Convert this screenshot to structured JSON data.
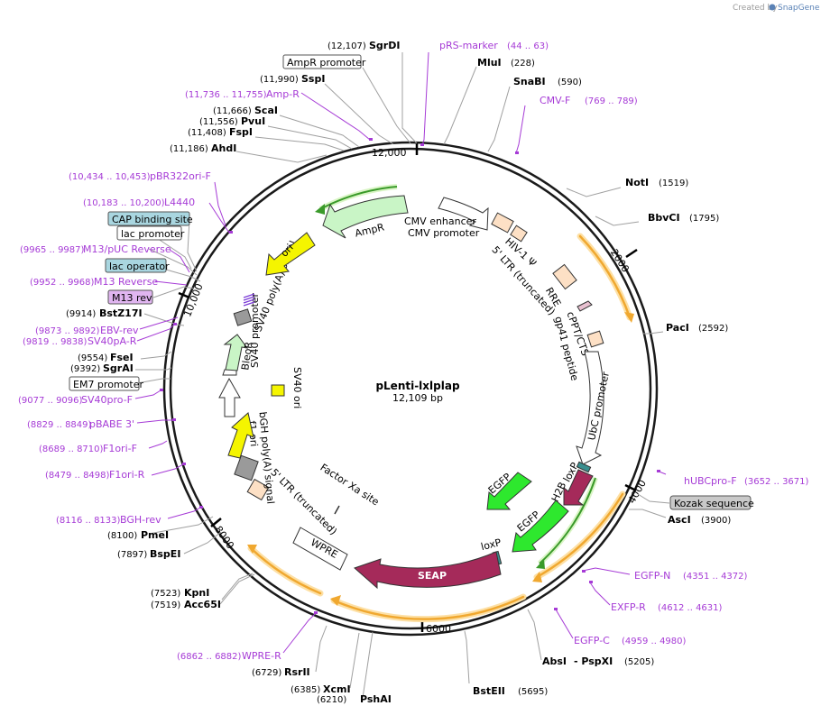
{
  "credit": {
    "prefix": "Created by",
    "brand": "SnapGene"
  },
  "plasmid": {
    "name": "pLenti-lxlplap",
    "size": "12,109 bp"
  },
  "ticks": {
    "t2000": "2000",
    "t4000": "4000",
    "t6000": "6000",
    "t8000": "8000",
    "t10000": "10,000",
    "t12000": "12,000"
  },
  "sites": {
    "sgrdi": {
      "name": "SgrDI",
      "pos": "(12,107)"
    },
    "mlui": {
      "name": "MluI",
      "pos": "(228)"
    },
    "snabi": {
      "name": "SnaBI",
      "pos": "(590)"
    },
    "noti": {
      "name": "NotI",
      "pos": "(1519)"
    },
    "bbvci": {
      "name": "BbvCI",
      "pos": "(1795)"
    },
    "paci": {
      "name": "PacI",
      "pos": "(2592)"
    },
    "asci": {
      "name": "AscI",
      "pos": "(3900)"
    },
    "absi": {
      "name": "AbsI",
      "pos": "(5205)"
    },
    "pspxi": {
      "name": "- PspXI"
    },
    "bsteii": {
      "name": "BstEII",
      "pos": "(5695)"
    },
    "pshai": {
      "name": "PshAI",
      "pos": "(6210)"
    },
    "xcmi": {
      "name": "XcmI",
      "pos": "(6385)"
    },
    "rsrii": {
      "name": "RsrII",
      "pos": "(6729)"
    },
    "acc65i": {
      "name": "Acc65I",
      "pos": "(7519)"
    },
    "kpni": {
      "name": "KpnI",
      "pos": "(7523)"
    },
    "bspei": {
      "name": "BspEI",
      "pos": "(7897)"
    },
    "pmei": {
      "name": "PmeI",
      "pos": "(8100)"
    },
    "sgrai": {
      "name": "SgrAI",
      "pos": "(9392)"
    },
    "fsei": {
      "name": "FseI",
      "pos": "(9554)"
    },
    "bstz17i": {
      "name": "BstZ17I",
      "pos": "(9914)"
    },
    "ahdi": {
      "name": "AhdI",
      "pos": "(11,186)"
    },
    "fspi": {
      "name": "FspI",
      "pos": "(11,408)"
    },
    "pvui": {
      "name": "PvuI",
      "pos": "(11,556)"
    },
    "scai": {
      "name": "ScaI",
      "pos": "(11,666)"
    },
    "sspi": {
      "name": "SspI",
      "pos": "(11,990)"
    }
  },
  "primers": {
    "prs": {
      "name": "pRS-marker",
      "pos": "(44 .. 63)"
    },
    "cmvf": {
      "name": "CMV-F",
      "pos": "(769 .. 789)"
    },
    "hubc": {
      "name": "hUBCpro-F",
      "pos": "(3652 .. 3671)"
    },
    "egfpn": {
      "name": "EGFP-N",
      "pos": "(4351 .. 4372)"
    },
    "exfpr": {
      "name": "EXFP-R",
      "pos": "(4612 .. 4631)"
    },
    "egfpc": {
      "name": "EGFP-C",
      "pos": "(4959 .. 4980)"
    },
    "wprer": {
      "name": "WPRE-R",
      "pos": "(6862 .. 6882)"
    },
    "bghrev": {
      "name": "BGH-rev",
      "pos": "(8116 .. 8133)"
    },
    "f1orir": {
      "name": "F1ori-R",
      "pos": "(8479 .. 8498)"
    },
    "f1orif": {
      "name": "F1ori-F",
      "pos": "(8689 .. 8710)"
    },
    "pbabe": {
      "name": "pBABE 3'",
      "pos": "(8829 .. 8849)"
    },
    "sv40prof": {
      "name": "SV40pro-F",
      "pos": "(9077 .. 9096)"
    },
    "sv40par": {
      "name": "SV40pA-R",
      "pos": "(9819 .. 9838)"
    },
    "ebvrev": {
      "name": "EBV-rev",
      "pos": "(9873 .. 9892)"
    },
    "m13rev": {
      "name": "M13 Reverse",
      "pos": "(9952 .. 9968)"
    },
    "m13puc": {
      "name": "M13/pUC Reverse",
      "pos": "(9965 .. 9987)"
    },
    "l4440": {
      "name": "L4440",
      "pos": "(10,183 .. 10,200)"
    },
    "pbr322": {
      "name": "pBR322ori-F",
      "pos": "(10,434 .. 10,453)"
    },
    "ampr": {
      "name": "Amp-R",
      "pos": "(11,736 .. 11,755)"
    }
  },
  "boxes": {
    "amprpromoter": "AmpR promoter",
    "cap": "CAP binding site",
    "lacpromoter": "lac promoter",
    "lacoperator": "lac operator",
    "m13rev": "M13 rev",
    "em7": "EM7 promoter",
    "kozak": "Kozak sequence"
  },
  "features": {
    "ampr": "AmpR",
    "cmvenh": "CMV enhancer",
    "cmvprom": "CMV promoter",
    "hiv": "HIV-1 Ψ",
    "ltr5": "5' LTR (truncated)",
    "rre": "RRE",
    "cppt": "cPPT/CTS",
    "gp41": "gp41 peptide",
    "ubc": "UbC promoter",
    "loxp1": "loxP",
    "h2b": "H2B",
    "egfp1": "EGFP",
    "egfp2": "EGFP",
    "loxp2": "loxP",
    "seap": "SEAP",
    "wpre": "WPRE",
    "factorxa": "Factor Xa site",
    "ltr5b": "5' LTR (truncated)",
    "bghpa": "bGH poly(A) signal",
    "f1ori": "f1 ori",
    "sv40ori": "SV40 ori",
    "sv40prom": "SV40 promoter",
    "bleor": "BleoR",
    "sv40pa": "SV40 poly(A) signal",
    "ori": "ori"
  },
  "colors": {
    "backbone": "#1a1a1a",
    "primer": "#a63bd6",
    "ampr": "#c9f5c6",
    "ori": "#f5f500",
    "promoter": "#ffffff",
    "ltr": "#fde0c5",
    "gray": "#9a9a9a",
    "egfp": "#2ee82e",
    "h2b": "#a52a5a",
    "seap": "#a52a5a",
    "orf": "#f0a830",
    "teal": "#3a8f8f",
    "boxFill": "#a9d6e0",
    "m13Fill": "#e0b5f0",
    "kozakFill": "#c9c9c9"
  }
}
